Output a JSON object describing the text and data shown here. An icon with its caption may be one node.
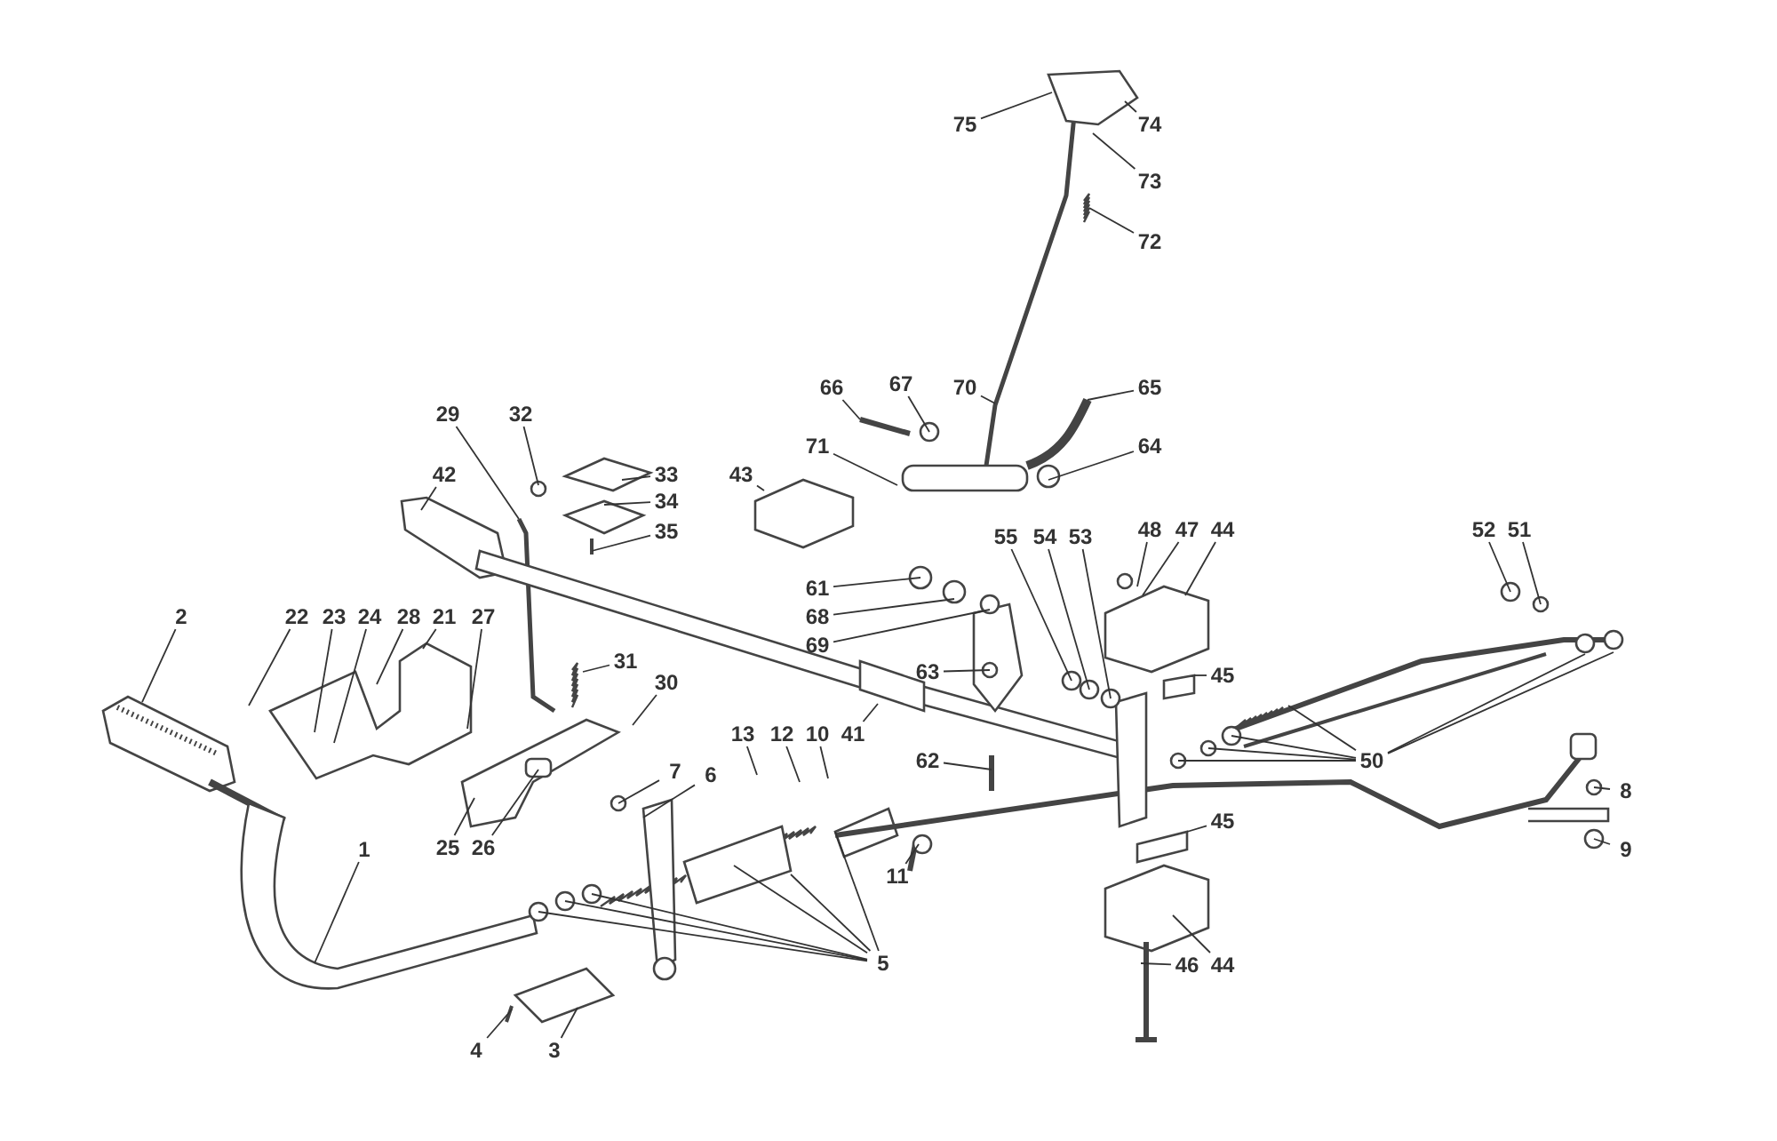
{
  "diagram": {
    "nodes": [
      {
        "text": [
          "75"
        ]
      },
      {
        "text": [
          "74"
        ]
      },
      {
        "text": [
          "73"
        ]
      },
      {
        "text": [
          "72"
        ]
      },
      {
        "text": [
          "66"
        ]
      },
      {
        "text": [
          "67"
        ]
      },
      {
        "text": [
          "70"
        ]
      },
      {
        "text": [
          "65"
        ]
      },
      {
        "text": [
          "71"
        ]
      },
      {
        "text": [
          "64"
        ]
      },
      {
        "text": [
          "29"
        ]
      },
      {
        "text": [
          "32"
        ]
      },
      {
        "text": [
          "33"
        ]
      },
      {
        "text": [
          "43"
        ]
      },
      {
        "text": [
          "34"
        ]
      },
      {
        "text": [
          "42"
        ]
      },
      {
        "text": [
          "35"
        ]
      },
      {
        "text": [
          "48"
        ]
      },
      {
        "text": [
          "47"
        ]
      },
      {
        "text": [
          "44"
        ]
      },
      {
        "text": [
          "52"
        ]
      },
      {
        "text": [
          "51"
        ]
      },
      {
        "text": [
          "55"
        ]
      },
      {
        "text": [
          "54"
        ]
      },
      {
        "text": [
          "53"
        ]
      },
      {
        "text": [
          "61"
        ]
      },
      {
        "text": [
          "68"
        ]
      },
      {
        "text": [
          "69"
        ]
      },
      {
        "text": [
          "2"
        ]
      },
      {
        "text": [
          "22"
        ]
      },
      {
        "text": [
          "23"
        ]
      },
      {
        "text": [
          "24"
        ]
      },
      {
        "text": [
          "28"
        ]
      },
      {
        "text": [
          "21"
        ]
      },
      {
        "text": [
          "27"
        ]
      },
      {
        "text": [
          "31"
        ]
      },
      {
        "text": [
          "30"
        ]
      },
      {
        "text": [
          "63"
        ]
      },
      {
        "text": [
          "45"
        ]
      },
      {
        "text": [
          "13"
        ]
      },
      {
        "text": [
          "12"
        ]
      },
      {
        "text": [
          "10"
        ]
      },
      {
        "text": [
          "41"
        ]
      },
      {
        "text": [
          "62"
        ]
      },
      {
        "text": [
          "7"
        ]
      },
      {
        "text": [
          "6"
        ]
      },
      {
        "text": [
          "50"
        ]
      },
      {
        "text": [
          "8"
        ]
      },
      {
        "text": [
          "25"
        ]
      },
      {
        "text": [
          "26"
        ]
      },
      {
        "text": [
          "1"
        ]
      },
      {
        "text": [
          "11"
        ]
      },
      {
        "text": [
          "45"
        ]
      },
      {
        "text": [
          "9"
        ]
      },
      {
        "text": [
          "5"
        ]
      },
      {
        "text": [
          "44"
        ]
      },
      {
        "text": [
          "46"
        ]
      },
      {
        "text": [
          "4"
        ]
      },
      {
        "text": [
          "3"
        ]
      }
    ],
    "edges": [
      {
        "from": 0,
        "to": null,
        "arrow": "none"
      },
      {
        "from": 1,
        "to": null,
        "arrow": "none"
      },
      {
        "from": 2,
        "to": null,
        "arrow": "none"
      },
      {
        "from": 3,
        "to": null,
        "arrow": "none"
      },
      {
        "from": 4,
        "to": null,
        "arrow": "none"
      },
      {
        "from": 5,
        "to": null,
        "arrow": "none"
      },
      {
        "from": 6,
        "to": null,
        "arrow": "none"
      },
      {
        "from": 7,
        "to": null,
        "arrow": "none"
      },
      {
        "from": 8,
        "to": null,
        "arrow": "none"
      },
      {
        "from": 9,
        "to": null,
        "arrow": "none"
      },
      {
        "from": 10,
        "to": null,
        "arrow": "none"
      },
      {
        "from": 11,
        "to": null,
        "arrow": "none"
      },
      {
        "from": 12,
        "to": null,
        "arrow": "none"
      },
      {
        "from": 13,
        "to": null,
        "arrow": "none"
      },
      {
        "from": 14,
        "to": null,
        "arrow": "none"
      },
      {
        "from": 15,
        "to": null,
        "arrow": "none"
      },
      {
        "from": 16,
        "to": null,
        "arrow": "none"
      },
      {
        "from": 17,
        "to": null,
        "arrow": "none"
      },
      {
        "from": 18,
        "to": null,
        "arrow": "none"
      },
      {
        "from": 19,
        "to": null,
        "arrow": "none"
      },
      {
        "from": 20,
        "to": null,
        "arrow": "none"
      },
      {
        "from": 21,
        "to": null,
        "arrow": "none"
      },
      {
        "from": 22,
        "to": null,
        "arrow": "none"
      },
      {
        "from": 23,
        "to": null,
        "arrow": "none"
      },
      {
        "from": 24,
        "to": null,
        "arrow": "none"
      },
      {
        "from": 25,
        "to": null,
        "arrow": "none"
      },
      {
        "from": 26,
        "to": null,
        "arrow": "none"
      },
      {
        "from": 27,
        "to": null,
        "arrow": "none"
      },
      {
        "from": 28,
        "to": null,
        "arrow": "none"
      },
      {
        "from": 29,
        "to": null,
        "arrow": "none"
      },
      {
        "from": 30,
        "to": null,
        "arrow": "none"
      },
      {
        "from": 31,
        "to": null,
        "arrow": "none"
      },
      {
        "from": 32,
        "to": null,
        "arrow": "none"
      },
      {
        "from": 33,
        "to": null,
        "arrow": "none"
      },
      {
        "from": 34,
        "to": null,
        "arrow": "none"
      },
      {
        "from": 35,
        "to": null,
        "arrow": "none"
      },
      {
        "from": 36,
        "to": null,
        "arrow": "none"
      },
      {
        "from": 37,
        "to": null,
        "arrow": "none"
      },
      {
        "from": 38,
        "to": null,
        "arrow": "none"
      },
      {
        "from": 39,
        "to": null,
        "arrow": "none"
      },
      {
        "from": 40,
        "to": null,
        "arrow": "none"
      },
      {
        "from": 41,
        "to": null,
        "arrow": "none"
      },
      {
        "from": 42,
        "to": null,
        "arrow": "none"
      },
      {
        "from": 43,
        "to": null,
        "arrow": "none"
      },
      {
        "from": 44,
        "to": null,
        "arrow": "none"
      },
      {
        "from": 45,
        "to": null,
        "arrow": "none"
      },
      {
        "from": 46,
        "to": null,
        "arrow": "none"
      },
      {
        "from": 46,
        "to": null,
        "arrow": "none"
      },
      {
        "from": 46,
        "to": null,
        "arrow": "none"
      },
      {
        "from": 46,
        "to": null,
        "arrow": "none"
      },
      {
        "from": 46,
        "to": null,
        "arrow": "none"
      },
      {
        "from": 46,
        "to": null,
        "arrow": "none"
      },
      {
        "from": 47,
        "to": null,
        "arrow": "none"
      },
      {
        "from": 48,
        "to": null,
        "arrow": "none"
      },
      {
        "from": 49,
        "to": null,
        "arrow": "none"
      },
      {
        "from": 50,
        "to": null,
        "arrow": "none"
      },
      {
        "from": 51,
        "to": null,
        "arrow": "none"
      },
      {
        "from": 52,
        "to": null,
        "arrow": "none"
      },
      {
        "from": 53,
        "to": null,
        "arrow": "none"
      },
      {
        "from": 54,
        "to": null,
        "arrow": "none"
      },
      {
        "from": 54,
        "to": null,
        "arrow": "none"
      },
      {
        "from": 54,
        "to": null,
        "arrow": "none"
      },
      {
        "from": 54,
        "to": null,
        "arrow": "none"
      },
      {
        "from": 54,
        "to": null,
        "arrow": "none"
      },
      {
        "from": 54,
        "to": null,
        "arrow": "none"
      },
      {
        "from": 55,
        "to": null,
        "arrow": "none"
      },
      {
        "from": 56,
        "to": null,
        "arrow": "none"
      },
      {
        "from": 57,
        "to": null,
        "arrow": "none"
      },
      {
        "from": 58,
        "to": null,
        "arrow": "none"
      }
    ]
  }
}
